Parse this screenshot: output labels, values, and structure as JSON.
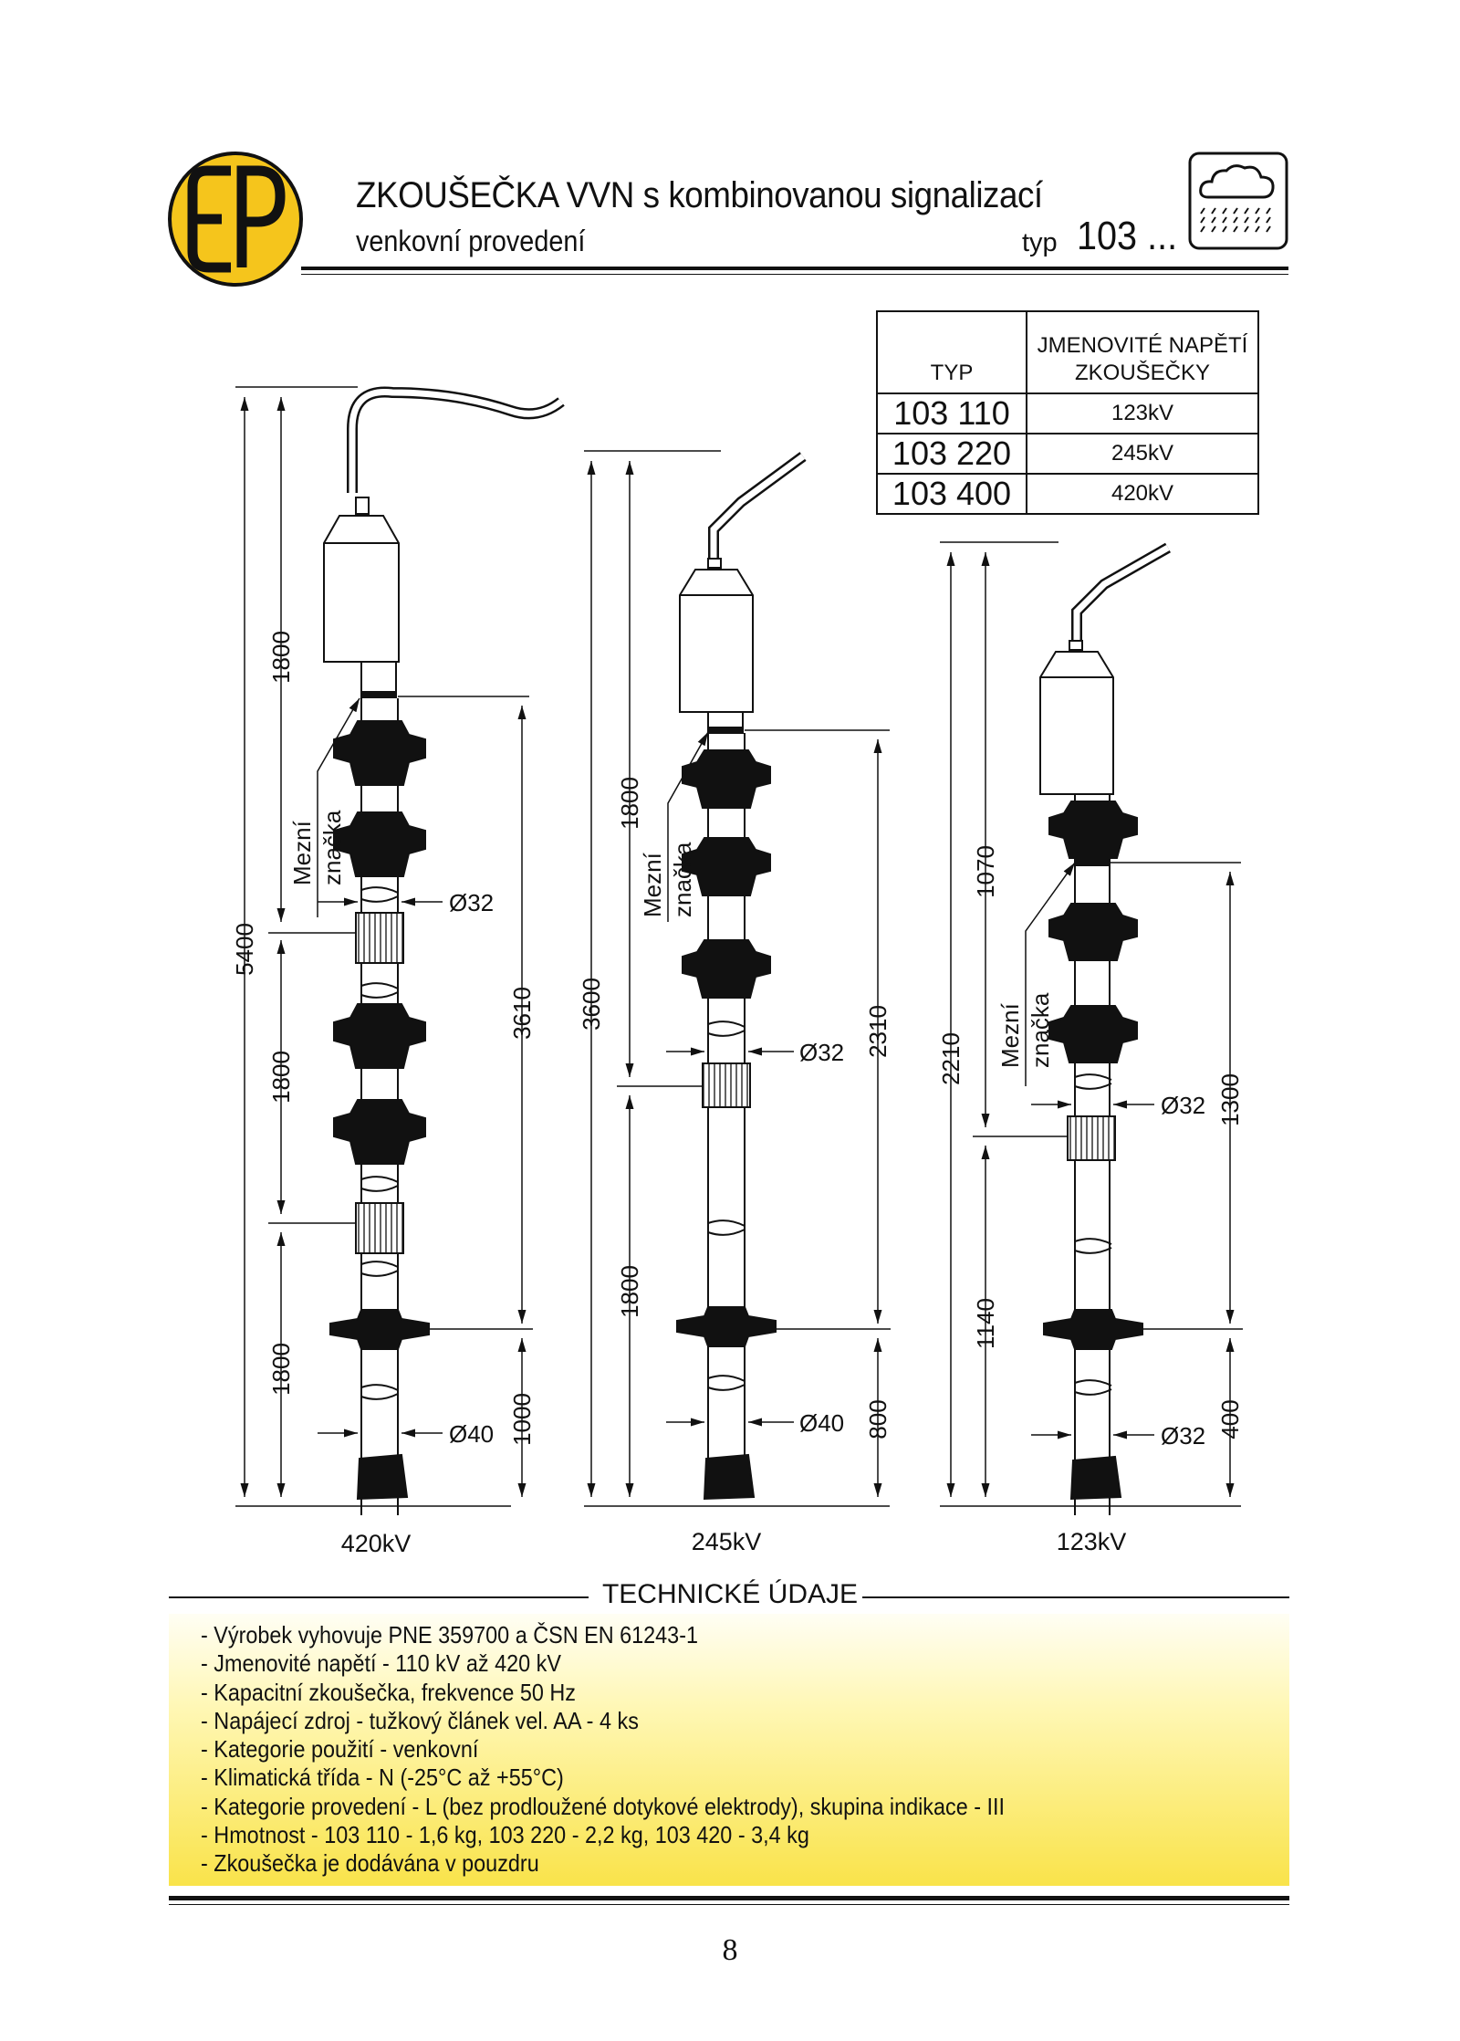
{
  "header": {
    "logo_text": "EP",
    "title": "ZKOUŠEČKA VVN s kombinovanou signalizací",
    "subtitle": "venkovní provedení",
    "typ_label": "typ",
    "typ_value": "103 ...",
    "icon": "rain-cloud-icon"
  },
  "type_table": {
    "headers": [
      "TYP",
      "JMENOVITÉ NAPĚTÍ ZKOUŠEČKY"
    ],
    "rows": [
      {
        "code": "103 110",
        "voltage": "123kV"
      },
      {
        "code": "103 220",
        "voltage": "245kV"
      },
      {
        "code": "103 400",
        "voltage": "420kV"
      }
    ]
  },
  "drawings": [
    {
      "caption": "420kV",
      "total": "5400",
      "sections": [
        "1800",
        "1800",
        "1800"
      ],
      "marker_dim": "3610",
      "handle_dim": "1000",
      "marker_label": [
        "Mezní",
        "značka"
      ],
      "diam_top": "Ø32",
      "diam_bottom": "Ø40"
    },
    {
      "caption": "245kV",
      "total": "3600",
      "sections": [
        "1800",
        "1800"
      ],
      "marker_dim": "2310",
      "handle_dim": "800",
      "marker_label": [
        "Mezní",
        "značka"
      ],
      "diam_top": "Ø32",
      "diam_bottom": "Ø40"
    },
    {
      "caption": "123kV",
      "total": "2210",
      "sections": [
        "1070",
        "1140"
      ],
      "marker_dim": "1300",
      "handle_dim": "400",
      "marker_label": [
        "Mezní",
        "značka"
      ],
      "diam_top": "Ø32",
      "diam_bottom": "Ø32"
    }
  ],
  "tech": {
    "title": "TECHNICKÉ ÚDAJE",
    "items": [
      "- Výrobek vyhovuje PNE 359700 a ČSN EN 61243-1",
      "- Jmenovité napětí - 110 kV až 420 kV",
      "- Kapacitní zkoušečka, frekvence 50 Hz",
      "- Napájecí zdroj - tužkový článek vel. AA - 4 ks",
      "- Kategorie použití - venkovní",
      "- Klimatická třída - N (-25°C až +55°C)",
      "- Kategorie provedení - L (bez prodloužené dotykové elektrody), skupina indikace - III",
      "- Hmotnost - 103 110 - 1,6 kg, 103 220 - 2,2 kg, 103 420 - 3,4 kg",
      "- Zkoušečka je dodávána v pouzdru"
    ]
  },
  "page_number": "8",
  "colors": {
    "logo_yellow": "#f5c51c",
    "box_yellow": "#f9e34a",
    "ink": "#111111"
  }
}
